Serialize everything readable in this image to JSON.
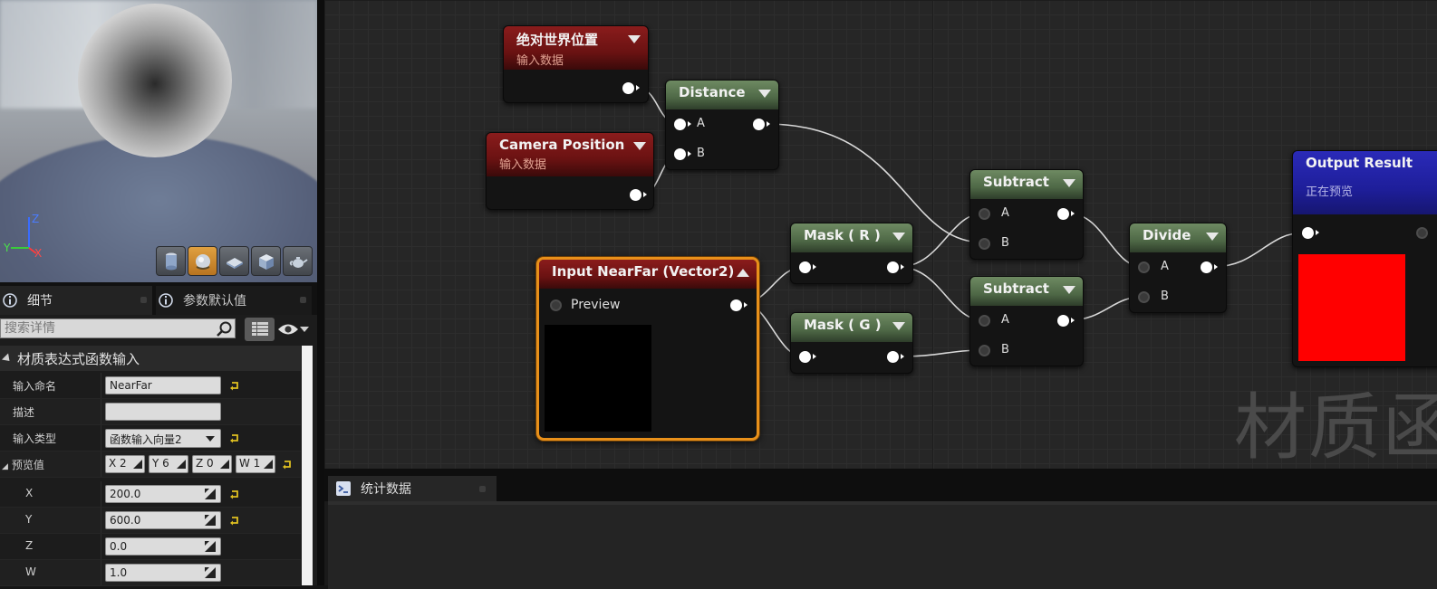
{
  "viewport": {
    "axis": {
      "z": "Z",
      "y": "Y",
      "x": "X"
    },
    "toolbar": [
      "cylinder-icon",
      "sphere-icon",
      "plane-icon",
      "cube-icon",
      "teapot-icon"
    ]
  },
  "tabs": {
    "details": "细节",
    "params": "参数默认值"
  },
  "search": {
    "placeholder": "搜索详情"
  },
  "details": {
    "section": "材质表达式函数输入",
    "rows": {
      "input_name": {
        "label": "输入命名",
        "value": "NearFar"
      },
      "description": {
        "label": "描述",
        "value": ""
      },
      "input_type": {
        "label": "输入类型",
        "value": "函数输入向量2"
      },
      "preview_value": {
        "label": "预览值",
        "x": "X 2",
        "y": "Y 6",
        "z": "Z 0",
        "w": "W 1"
      },
      "x": {
        "label": "X",
        "value": "200.0"
      },
      "y": {
        "label": "Y",
        "value": "600.0"
      },
      "z": {
        "label": "Z",
        "value": "0.0"
      },
      "w": {
        "label": "W",
        "value": "1.0"
      }
    }
  },
  "graph": {
    "watermark": "材质函",
    "nodes": {
      "absolute_world_position": {
        "title": "绝对世界位置",
        "subtitle": "输入数据"
      },
      "camera_position": {
        "title": "Camera Position",
        "subtitle": "输入数据"
      },
      "distance": {
        "title": "Distance",
        "pin_a": "A",
        "pin_b": "B"
      },
      "input_nearfar": {
        "title": "Input NearFar (Vector2)",
        "preview_label": "Preview"
      },
      "mask_r": {
        "title": "Mask ( R )"
      },
      "mask_g": {
        "title": "Mask ( G )"
      },
      "subtract_1": {
        "title": "Subtract",
        "pin_a": "A",
        "pin_b": "B"
      },
      "subtract_2": {
        "title": "Subtract",
        "pin_a": "A",
        "pin_b": "B"
      },
      "divide": {
        "title": "Divide",
        "pin_a": "A",
        "pin_b": "B"
      },
      "output_result": {
        "title": "Output Result",
        "subtitle": "正在预览"
      }
    }
  },
  "stats": {
    "tab_label": "统计数据"
  },
  "colors": {
    "accent_orange": "#e8901a",
    "node_red": "#8a1c1c",
    "node_green": "#6e8a62",
    "node_blue": "#2a2ab8",
    "preview_red": "#ff0000"
  }
}
